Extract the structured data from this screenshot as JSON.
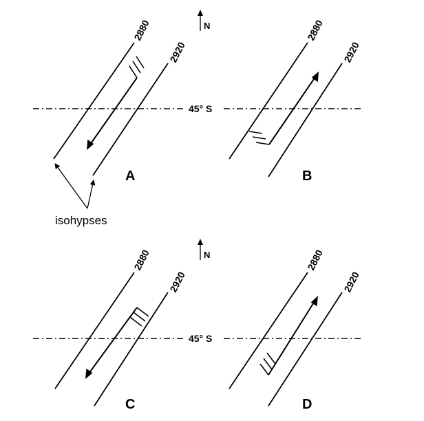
{
  "north_label": "N",
  "latitude_label": "45° S",
  "annotation": "isohypses",
  "panels": [
    {
      "letter": "A",
      "iso_low": "2880",
      "iso_high": "2920"
    },
    {
      "letter": "B",
      "iso_low": "2880",
      "iso_high": "2920"
    },
    {
      "letter": "C",
      "iso_low": "2880",
      "iso_high": "2920"
    },
    {
      "letter": "D",
      "iso_low": "2880",
      "iso_high": "2920"
    }
  ]
}
